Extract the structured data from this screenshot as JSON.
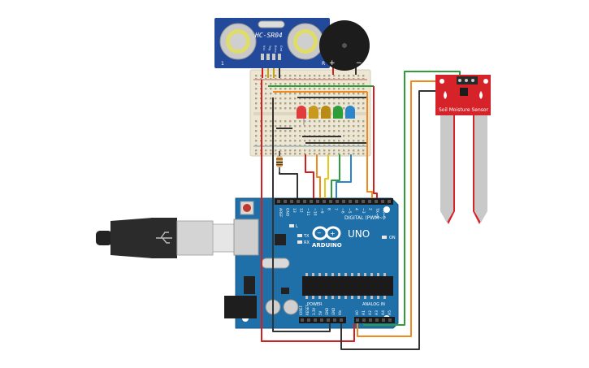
{
  "sensor_ultrasonic": {
    "label": "HC-SR04",
    "pin_1": "1",
    "pin_r": "R",
    "pins": [
      "Vcc",
      "Trig",
      "Echo",
      "Gnd"
    ]
  },
  "buzzer": {
    "plus": "+",
    "minus": "−"
  },
  "soil_sensor": {
    "label": "Soil Moisture Sensor"
  },
  "arduino": {
    "model": "UNO",
    "brand": "ARDUINO",
    "digital_label": "DIGITAL (PWM~)",
    "analog_label": "ANALOG IN",
    "power_label": "POWER",
    "on_label": "ON",
    "tx_label": "TX",
    "rx_label": "RX",
    "l_label": "L",
    "aref_label": "AREF",
    "gnd_label": "GND",
    "digital_pins": [
      "13",
      "12",
      "~11",
      "~10",
      "~9",
      "8",
      "7",
      "~6",
      "~5",
      "4",
      "~3",
      "2",
      "TX→1",
      "RX←0"
    ],
    "power_pins": [
      "IOREF",
      "RESET",
      "3.3V",
      "5V",
      "GND",
      "GND",
      "Vin"
    ],
    "analog_pins": [
      "A0",
      "A1",
      "A2",
      "A3",
      "A4",
      "A5"
    ]
  },
  "colors": {
    "board": "#1f6fa8",
    "breadboard": "#ece6d3",
    "sensor_board": "#234a9a",
    "soil_board": "#d6232a",
    "wire_red": "#d21f1f",
    "wire_black": "#333333",
    "wire_green": "#2f9e3a",
    "wire_orange": "#f08a1c",
    "wire_yellow": "#e6c81a",
    "wire_blue": "#2d86c9"
  },
  "leds": [
    "red",
    "yellow",
    "amber",
    "green",
    "blue"
  ]
}
